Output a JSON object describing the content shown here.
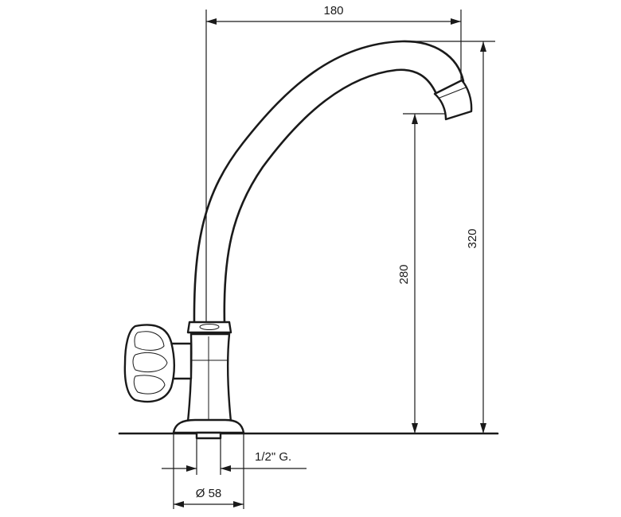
{
  "dimensions": {
    "width_label": "180",
    "spout_height_label": "280",
    "total_height_label": "320",
    "thread_label": "1/2\" G.",
    "base_diameter_label": "Ø 58"
  }
}
